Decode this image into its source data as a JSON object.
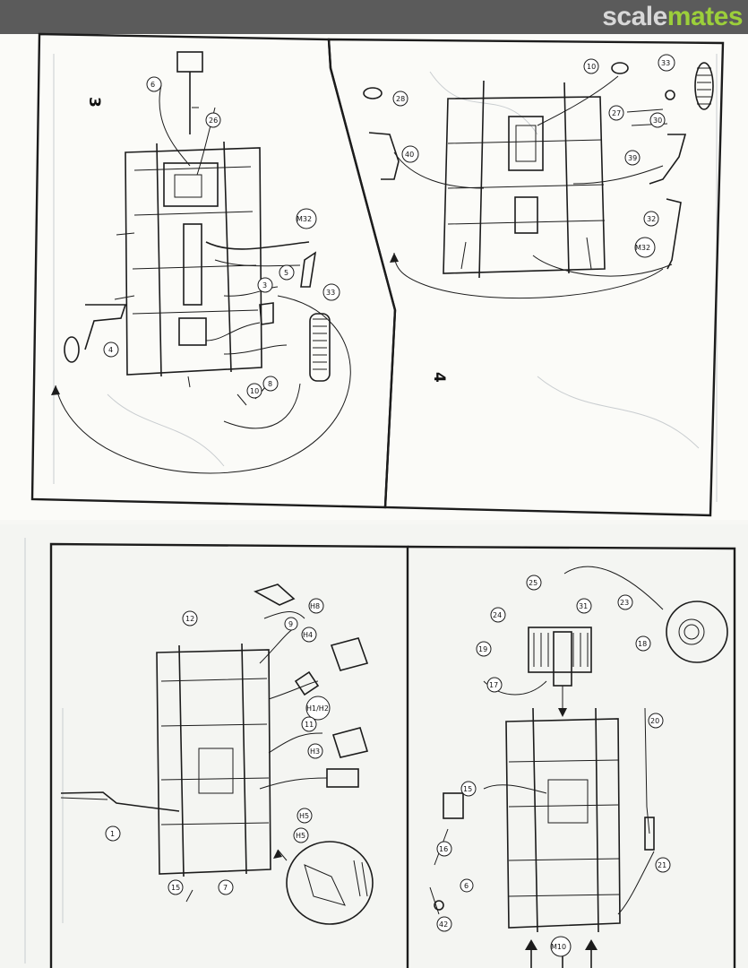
{
  "site": {
    "brand_part1": "scale",
    "brand_part2": "mates",
    "brand_colors": {
      "part1": "#d8d8d8",
      "part2": "#9ccf3a",
      "bar": "#5b5b5b"
    }
  },
  "steps": {
    "step3": "3",
    "step4": "4"
  },
  "callouts": {
    "s3": [
      "6",
      "26",
      "M32",
      "5",
      "3",
      "4",
      "33",
      "10",
      "8"
    ],
    "s4": [
      "28",
      "40",
      "10",
      "33",
      "27",
      "30",
      "39",
      "32",
      "M32"
    ],
    "s1": [
      "12",
      "H8",
      "9",
      "H4",
      "H1/H2",
      "11",
      "H3",
      "H5",
      "H5",
      "1",
      "7",
      "15"
    ],
    "s2": [
      "25",
      "23",
      "24",
      "31",
      "19",
      "18",
      "17",
      "20",
      "15",
      "16",
      "21",
      "6",
      "42",
      "M10"
    ]
  }
}
